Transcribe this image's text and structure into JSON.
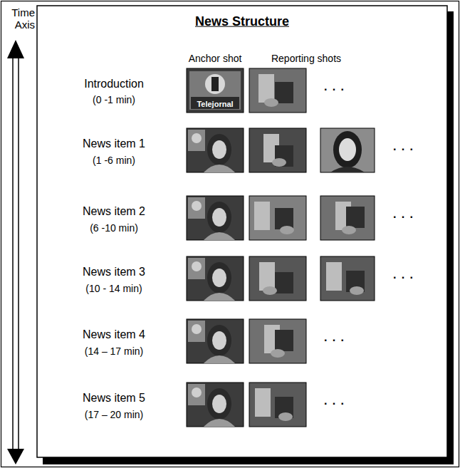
{
  "diagram": {
    "title": "News Structure",
    "labels": [
      "Time Axis",
      "Anchor shot",
      "Reporting shots",
      "Introduction",
      "(0 -1 min)",
      "Telejornal",
      "· · ·",
      "News item 1",
      "(1 -6 min)",
      "· · ·",
      "News item 2",
      "(6 -10 min)",
      "· · ·",
      "News item 3",
      "(10 - 14 min)",
      "· · ·",
      "News item 4",
      "(14 – 17 min)",
      "· · ·",
      "News item 5",
      "(17 – 20 min)",
      "· · ·"
    ]
  }
}
